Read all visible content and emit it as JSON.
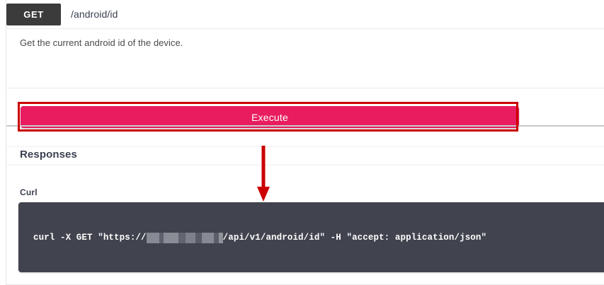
{
  "operation": {
    "method": "GET",
    "path": "/android/id",
    "description": "Get the current android id of the device."
  },
  "actions": {
    "execute_label": "Execute"
  },
  "responses": {
    "title": "Responses",
    "curl_label": "Curl",
    "curl_prefix": "curl -X GET \"https://",
    "curl_suffix": "/api/v1/android/id\" -H \"accept: application/json\"",
    "host_redacted": true
  },
  "annotations": {
    "highlight_color": "#cc0000",
    "arrow_color": "#cc0000",
    "arrow_direction": "down"
  },
  "colors": {
    "method_badge": "#3b3b3b",
    "execute_button": "#e81c5f",
    "code_block": "#41444e",
    "heading": "#3b4151"
  }
}
